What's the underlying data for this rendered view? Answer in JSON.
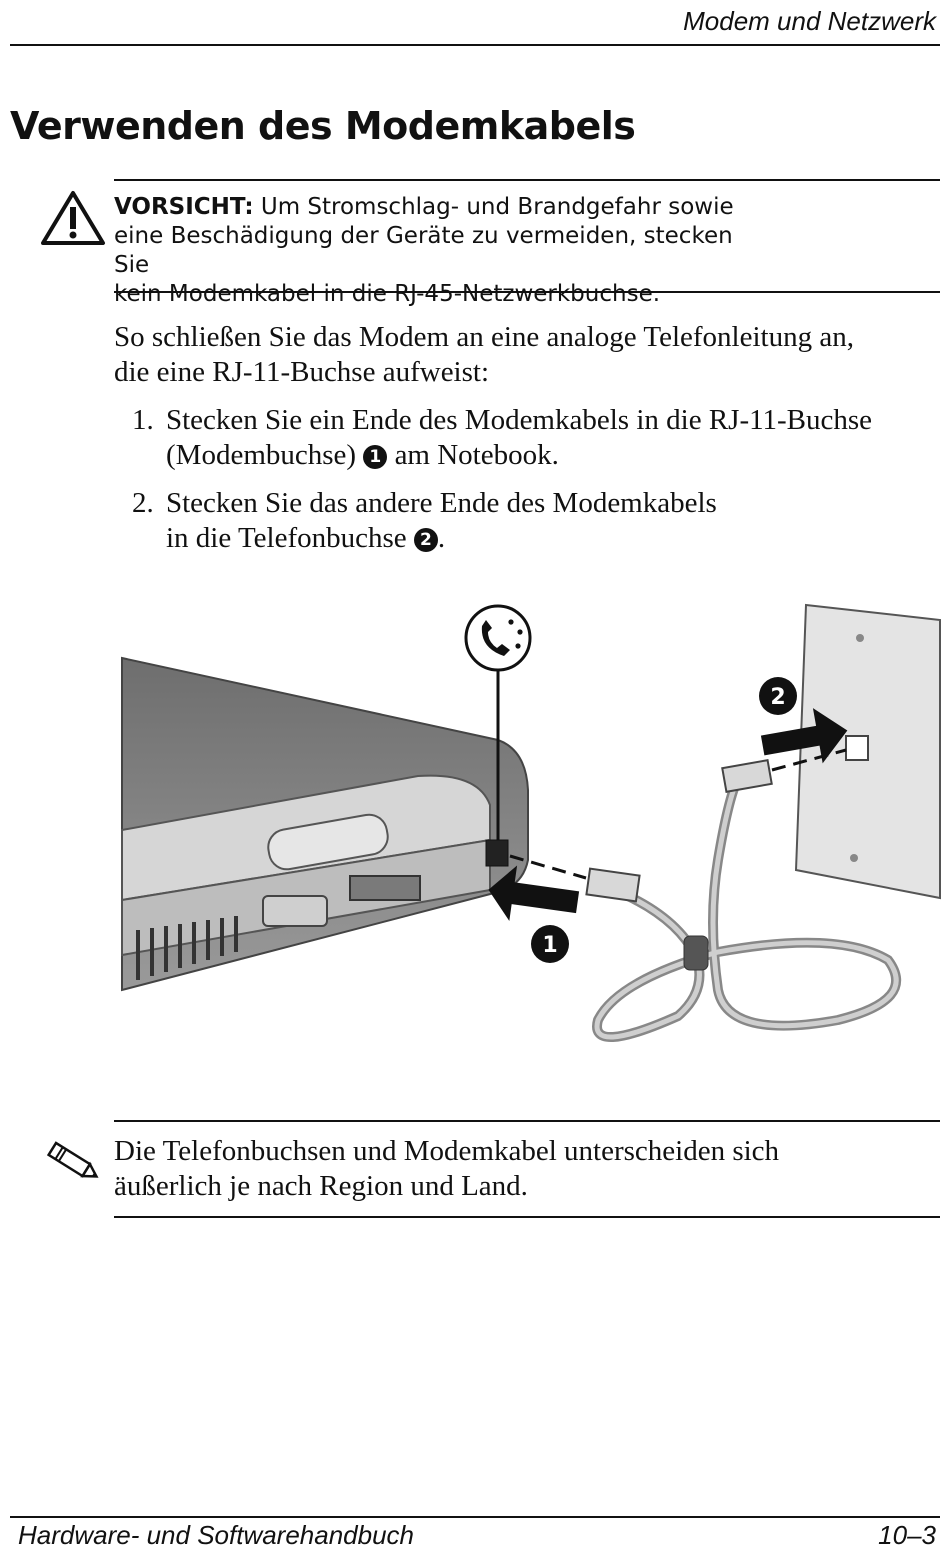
{
  "header": {
    "section": "Modem und Netzwerk"
  },
  "title": "Verwenden des Modemkabels",
  "caution": {
    "label": "VORSICHT:",
    "line1": " Um Stromschlag- und Brandgefahr sowie",
    "line2": "eine Beschädigung der Geräte zu vermeiden, stecken Sie",
    "line3": "kein Modemkabel in die RJ-45-Netzwerkbuchse."
  },
  "intro": {
    "line1": "So schließen Sie das Modem an eine analoge Telefonleitung an,",
    "line2": "die eine RJ-11-Buchse aufweist:"
  },
  "steps": [
    {
      "num": "1.",
      "line1": "Stecken Sie ein Ende des Modemkabels in die RJ-11-Buchse",
      "line2_pre": "(Modembuchse) ",
      "callout": "1",
      "line2_post": " am Notebook."
    },
    {
      "num": "2.",
      "line1": "Stecken Sie das andere Ende des Modemkabels",
      "line2_pre": "in die Telefonbuchse ",
      "callout": "2",
      "line2_post": "."
    }
  ],
  "figure": {
    "callout1": "1",
    "callout2": "2"
  },
  "note": {
    "line1": "Die Telefonbuchsen und Modemkabel unterscheiden sich",
    "line2": "äußerlich je nach Region und Land."
  },
  "footer": {
    "left": "Hardware- und Softwarehandbuch",
    "right": "10–3"
  }
}
